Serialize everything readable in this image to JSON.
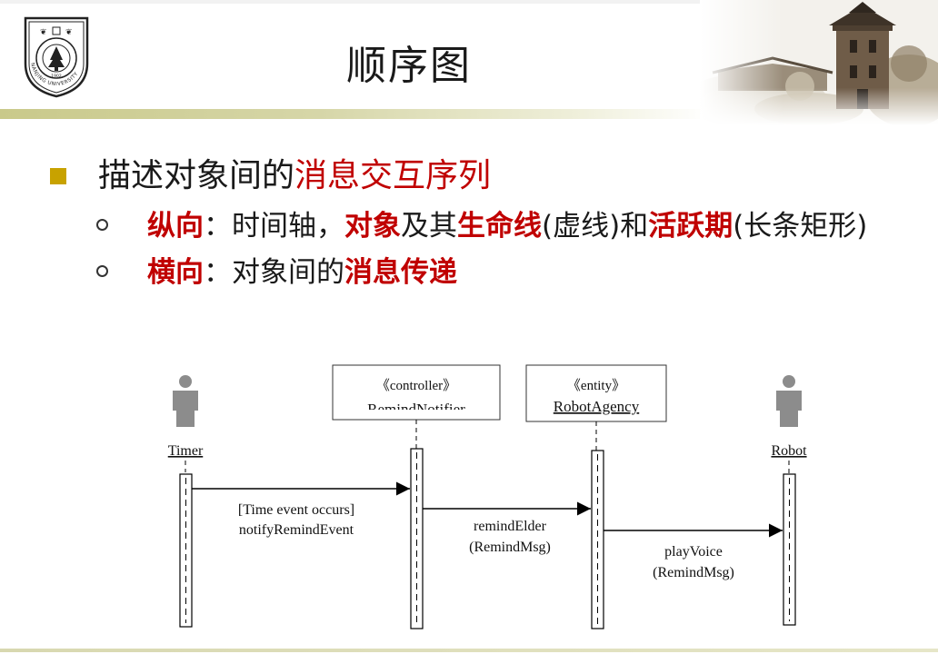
{
  "title": "顺序图",
  "logo": {
    "icon": "nanjing-university-seal-icon",
    "ring_text": "NANJING UNIVERSITY",
    "year": "1902"
  },
  "header_image": {
    "icon": "campus-tower-photo-icon"
  },
  "bullets": {
    "b1": {
      "t1": "描述对象间的",
      "t2": "消息交互序列"
    },
    "b2": {
      "t1": "纵向",
      "t2": "：时间轴，",
      "t3": "对象",
      "t4": "及其",
      "t5": "生命线",
      "t6": "(虚线)和",
      "t7": "活跃期",
      "t8": "(长条矩形)"
    },
    "b3": {
      "t1": "横向",
      "t2": "：对象间的",
      "t3": "消息传递"
    }
  },
  "diagram": {
    "actors": {
      "timer": "Timer",
      "robot": "Robot"
    },
    "objects": {
      "notifier": {
        "stereotype": "《controller》",
        "name": "RemindNotifier"
      },
      "agency": {
        "stereotype": "《entity》",
        "name": "RobotAgency"
      }
    },
    "messages": {
      "m1": {
        "line1": "[Time event occurs]",
        "line2": "notifyRemindEvent"
      },
      "m2": {
        "line1": "remindElder",
        "line2": "(RemindMsg)"
      },
      "m3": {
        "line1": "playVoice",
        "line2": "(RemindMsg)"
      }
    }
  },
  "colors": {
    "accent_red": "#c00000",
    "bullet_gold": "#c8a200",
    "header_bar": "#c9c98a",
    "actor_gray": "#8c8c8c"
  }
}
